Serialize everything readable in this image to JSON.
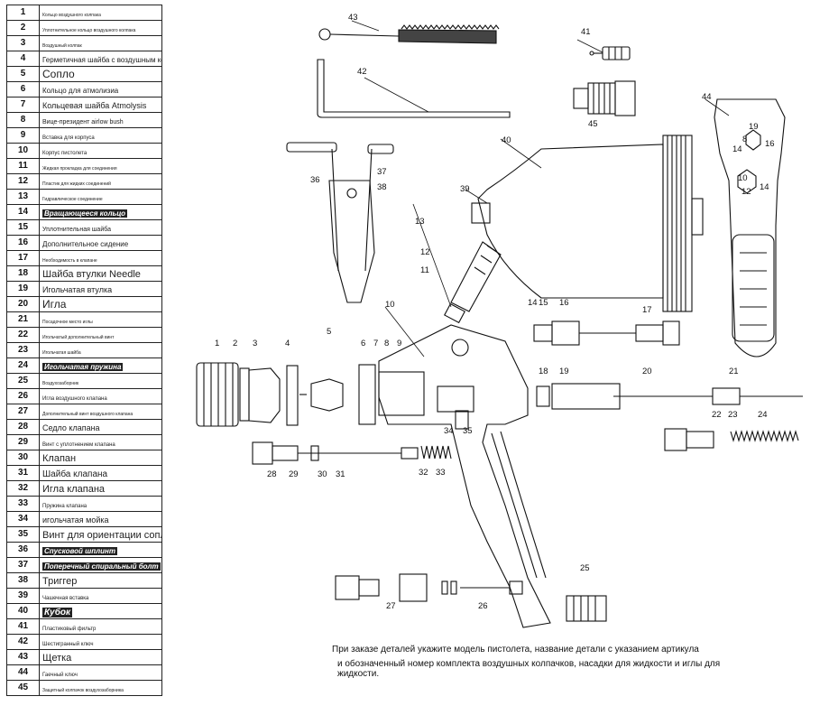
{
  "parts": [
    {
      "num": "1",
      "name": "Кольцо воздушного колпака",
      "size": 5
    },
    {
      "num": "2",
      "name": "Уплотнительное кольцо воздушного колпака",
      "size": 5
    },
    {
      "num": "3",
      "name": "Воздушный колпак",
      "size": 5
    },
    {
      "num": "4",
      "name": "Герметичная шайба с воздушным колпаком",
      "size": 8
    },
    {
      "num": "5",
      "name": "Сопло",
      "size": 12
    },
    {
      "num": "6",
      "name": "Кольцо для атмолизиа",
      "size": 8
    },
    {
      "num": "7",
      "name": "Кольцевая шайба Atmolysis",
      "size": 9
    },
    {
      "num": "8",
      "name": "Вице-президент airlow bush",
      "size": 7
    },
    {
      "num": "9",
      "name": "Вставка для корпуса",
      "size": 6
    },
    {
      "num": "10",
      "name": "Корпус пистолета",
      "size": 6
    },
    {
      "num": "11",
      "name": "Жидкая прокладка для соединения",
      "size": 5
    },
    {
      "num": "12",
      "name": "Пластик для жидких соединений",
      "size": 5
    },
    {
      "num": "13",
      "name": "Гидравлическое соединение",
      "size": 5
    },
    {
      "num": "14",
      "name": "Вращающееся кольцо",
      "size": 8,
      "hl": true
    },
    {
      "num": "15",
      "name": "Уплотнительная шайба",
      "size": 7
    },
    {
      "num": "16",
      "name": "Дополнительное сидение",
      "size": 8
    },
    {
      "num": "17",
      "name": "Необходимость в клапане",
      "size": 5
    },
    {
      "num": "18",
      "name": "Шайба втулки Needle",
      "size": 11
    },
    {
      "num": "19",
      "name": "Игольчатая втулка",
      "size": 9
    },
    {
      "num": "20",
      "name": "Игла",
      "size": 12
    },
    {
      "num": "21",
      "name": "Посадочное место иглы",
      "size": 5
    },
    {
      "num": "22",
      "name": "Игольчатый дополнительный винт",
      "size": 5
    },
    {
      "num": "23",
      "name": "Игольчатая шайба",
      "size": 5
    },
    {
      "num": "24",
      "name": "Игольчатая пружина",
      "size": 8,
      "hl": true
    },
    {
      "num": "25",
      "name": "Воздухозаборник",
      "size": 5
    },
    {
      "num": "26",
      "name": "Игла воздушного клапана",
      "size": 6
    },
    {
      "num": "27",
      "name": "Дополнительный винт воздушного клапана",
      "size": 5
    },
    {
      "num": "28",
      "name": "Седло клапана",
      "size": 9
    },
    {
      "num": "29",
      "name": "Винт с уплотнением клапана",
      "size": 6
    },
    {
      "num": "30",
      "name": "Клапан",
      "size": 11
    },
    {
      "num": "31",
      "name": "Шайба клапана",
      "size": 10
    },
    {
      "num": "32",
      "name": "Игла клапана",
      "size": 11
    },
    {
      "num": "33",
      "name": "Пружина клапана",
      "size": 6
    },
    {
      "num": "34",
      "name": "игольчатая мойка",
      "size": 9
    },
    {
      "num": "35",
      "name": "Винт для ориентации сопла",
      "size": 11
    },
    {
      "num": "36",
      "name": "Спусковой шплинт",
      "size": 8,
      "hl": true
    },
    {
      "num": "37",
      "name": "Поперечный спиральный болт",
      "size": 8,
      "hl": true
    },
    {
      "num": "38",
      "name": "Триггер",
      "size": 11
    },
    {
      "num": "39",
      "name": "Чашечная вставка",
      "size": 6
    },
    {
      "num": "40",
      "name": "Кубок",
      "size": 10,
      "hl": true
    },
    {
      "num": "41",
      "name": "Пластиковый фильтр",
      "size": 6
    },
    {
      "num": "42",
      "name": "Шестигранный ключ",
      "size": 6
    },
    {
      "num": "43",
      "name": "Щетка",
      "size": 11
    },
    {
      "num": "44",
      "name": "Гаечный ключ",
      "size": 6
    },
    {
      "num": "45",
      "name": "Защитный колпачок воздухозаборника",
      "size": 5
    }
  ],
  "callouts": [
    "1",
    "2",
    "3",
    "4",
    "5",
    "6",
    "7",
    "8",
    "9",
    "10",
    "11",
    "12",
    "13",
    "14",
    "15",
    "16",
    "17",
    "18",
    "19",
    "20",
    "21",
    "22",
    "23",
    "24",
    "25",
    "26",
    "27",
    "28",
    "29",
    "30",
    "31",
    "32",
    "33",
    "34",
    "35",
    "36",
    "37",
    "38",
    "39",
    "40",
    "41",
    "42",
    "43",
    "44",
    "45"
  ],
  "wrench_marks": [
    "19",
    "8",
    "14",
    "16",
    "10",
    "12",
    "14"
  ],
  "note": {
    "line1": "При заказе деталей укажите модель пистолета, название детали с указанием артикула",
    "line2": "и обозначенный номер комплекта воздушных колпачков, насадки для жидкости и иглы для жидкости."
  }
}
